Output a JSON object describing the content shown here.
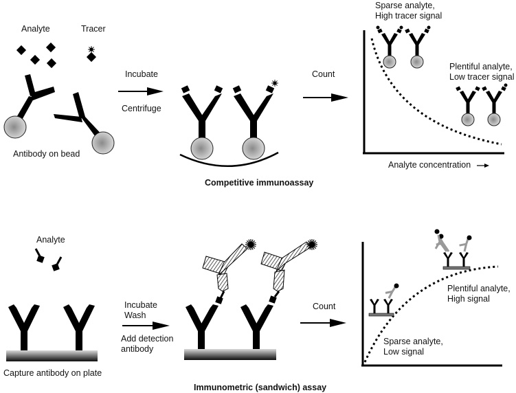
{
  "competitive": {
    "title": "Competitive immunoassay",
    "analyte_label": "Analyte",
    "tracer_label": "Tracer",
    "bead_label": "Antibody on bead",
    "step1": {
      "above": "Incubate",
      "below": "Centrifuge"
    },
    "step2": {
      "above": "Count"
    },
    "graph": {
      "high_label": "Sparse analyte,\nHigh tracer signal",
      "low_label": "Plentiful analyte,\nLow tracer signal",
      "x_axis_label": "Analyte concentration",
      "x_axis_arrow": "arrow-right-icon",
      "trend": "decreasing"
    }
  },
  "sandwich": {
    "title": "Immunometric (sandwich) assay",
    "analyte_label": "Analyte",
    "plate_label": "Capture antibody on plate",
    "step1": {
      "above": "Incubate\nWash",
      "below": "Add detection\nantibody"
    },
    "step2": {
      "above": "Count"
    },
    "graph": {
      "high_label": "Plentiful analyte,\nHigh signal",
      "low_label": "Sparse analyte,\nLow signal",
      "trend": "increasing"
    }
  },
  "colors": {
    "ink": "#000000",
    "bead_light": "#dcdcdc",
    "bead_dark": "#7a7a7a",
    "plate_light": "#d8d8d8",
    "plate_dark": "#111111",
    "detection_antibody": "#bdbdbd"
  }
}
